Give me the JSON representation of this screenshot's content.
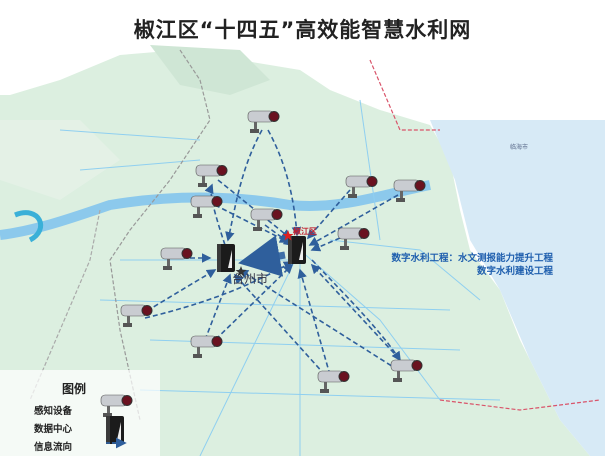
{
  "title": "椒江区“十四五”高效能智慧水利网",
  "labels": {
    "city": "台州市",
    "district": "椒江区",
    "linhai": "临海市"
  },
  "projects": {
    "line1": "数字水利工程：水文测报能力提升工程",
    "line2": "数字水利建设工程"
  },
  "legend": {
    "title": "图例",
    "sensor": "感知设备",
    "datacenter": "数据中心",
    "flow": "信息流向"
  },
  "colors": {
    "land": "#dcefe0",
    "sea": "#d7eaf6",
    "flow": "#2f5f9c",
    "road": "#7fc4e8",
    "boundary": "#d9546a"
  }
}
